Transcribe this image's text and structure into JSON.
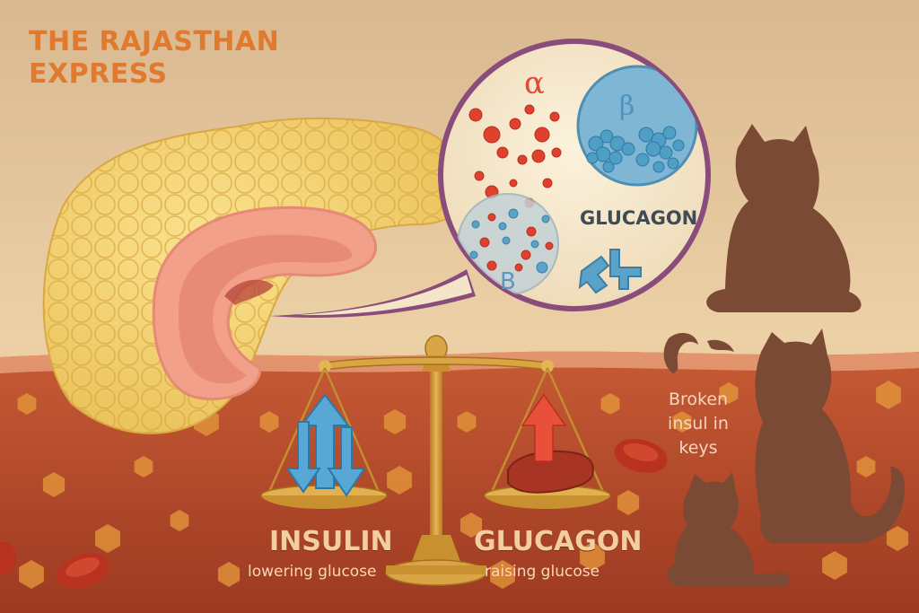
{
  "brand": {
    "line1": "THE RAJASTHAN",
    "line2": "EXPRESS"
  },
  "cell_inset": {
    "alpha_symbol": "α",
    "beta_symbol": "β",
    "small_beta_symbol": "B",
    "label": "GLUCAGON"
  },
  "scale": {
    "left": {
      "title": "INSULIN",
      "subtitle": "lowering glucose"
    },
    "right": {
      "title": "GLUCAGON",
      "subtitle": "raising glucose"
    }
  },
  "broken_keys": {
    "line1": "Broken",
    "line2": "insul in",
    "line3": "keys"
  },
  "colors": {
    "background": "#e7c79d",
    "brand": "#e07a2e",
    "pancreas": "#f4d36e",
    "tissue": "#b5462a",
    "hexagon": "#e59a3c",
    "alpha_cells": "#e0402e",
    "beta_cells": "#4f9ec4",
    "scale_gold": "#d39a3a",
    "silhouette": "#7a4a34",
    "inset_border": "#8a4c7a"
  },
  "icons": {
    "insulin_arrows": "up-down-arrows-icon",
    "glucagon_arrow": "up-arrow-icon",
    "liver": "liver-icon"
  }
}
